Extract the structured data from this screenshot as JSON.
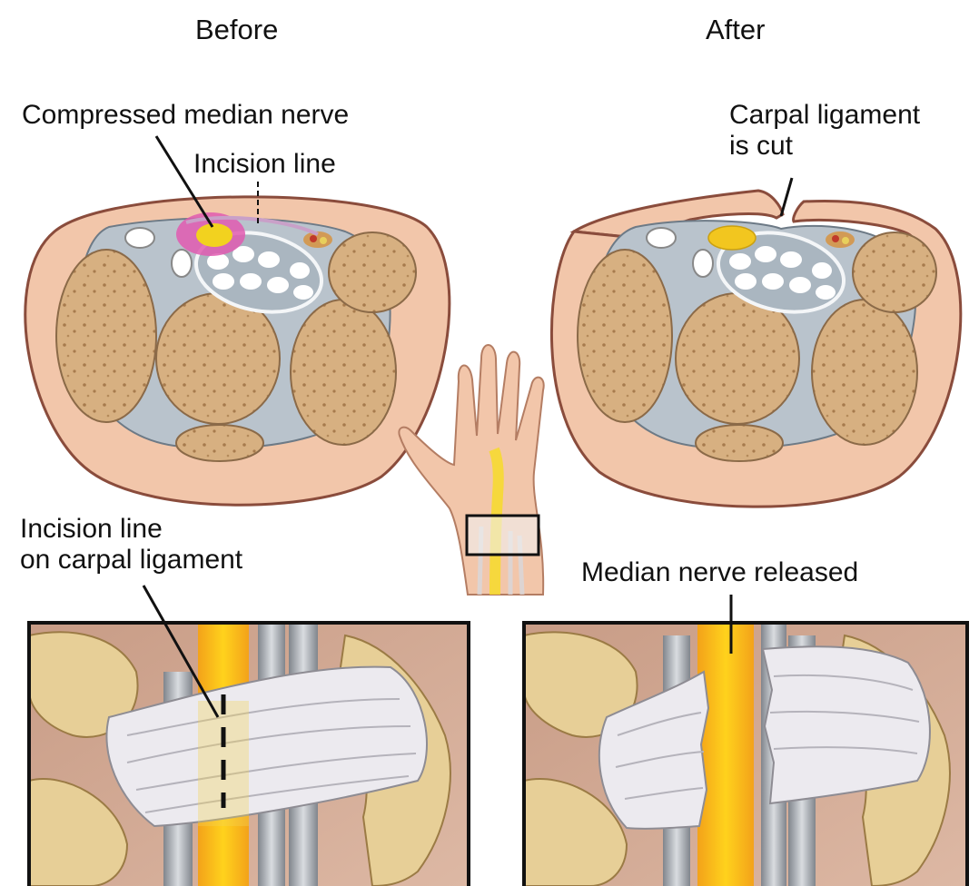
{
  "panels": {
    "before_title": "Before",
    "after_title": "After"
  },
  "labels": {
    "compressed_median_nerve": "Compressed median nerve",
    "incision_line": "Incision line",
    "carpal_ligament_cut_line1": "Carpal ligament",
    "carpal_ligament_cut_line2": "is cut",
    "incision_on_ligament_line1": "Incision line",
    "incision_on_ligament_line2": "on carpal ligament",
    "median_nerve_released": "Median nerve released"
  },
  "colors": {
    "skin": "#f2c6aa",
    "skin_outline": "#8a4c3c",
    "bone": "#d9b384",
    "bone_dot": "#a77b4d",
    "tissue": "#b9c3cc",
    "nerve": "#f2d21f",
    "inflamed": "#e05ab0",
    "ligament": "#e8e6ea",
    "tendon": "#a9adb4"
  }
}
